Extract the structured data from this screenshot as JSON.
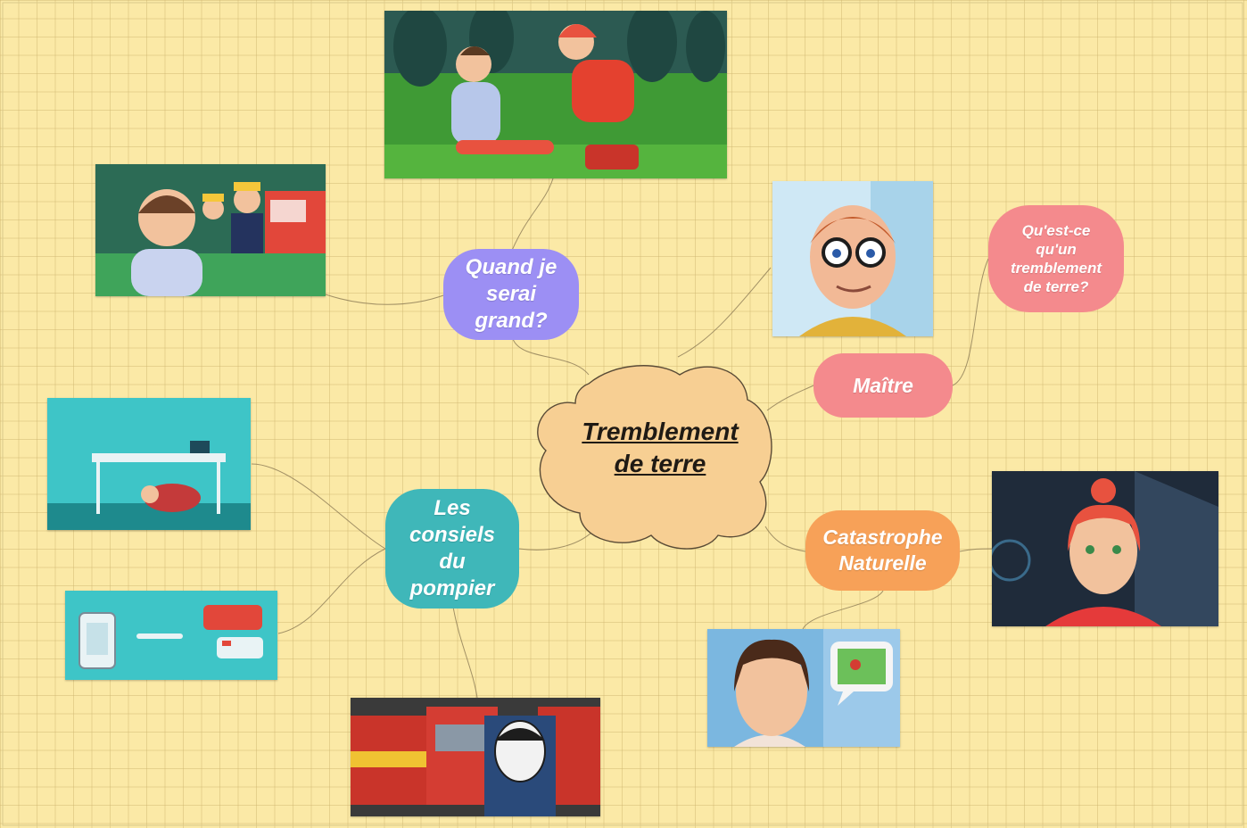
{
  "colors": {
    "background": "#fbe9a6",
    "central_cloud": "#f7cf93",
    "quand_node": "#9c8ff4",
    "consiels_node": "#3fb7b9",
    "maitre_node": "#f48a8d",
    "question_node": "#f48a8d",
    "catastrophe_node": "#f7a158"
  },
  "central": {
    "line1": "Tremblement",
    "line2": "de terre"
  },
  "nodes": {
    "quand": [
      "Quand je",
      "serai",
      "grand?"
    ],
    "consiels": [
      "Les",
      "consiels",
      "du",
      "pompier"
    ],
    "maitre": [
      "Maître"
    ],
    "question": [
      "Qu'est-ce",
      "qu'un",
      "tremblement",
      "de terre?"
    ],
    "catastrophe": [
      "Catastrophe",
      "Naturelle"
    ]
  },
  "images": [
    {
      "id": "first-aid-scene",
      "icon": "first-aid-illustration"
    },
    {
      "id": "boy-firefighters",
      "icon": "firefighters-illustration"
    },
    {
      "id": "teacher-glasses",
      "icon": "teacher-avatar-illustration"
    },
    {
      "id": "under-table",
      "icon": "hide-under-table-illustration"
    },
    {
      "id": "phone-firetruck",
      "icon": "emergency-call-illustration"
    },
    {
      "id": "firefighter-trucks",
      "icon": "fire-station-illustration"
    },
    {
      "id": "girl-bubble",
      "icon": "girl-speech-bubble-illustration"
    },
    {
      "id": "presenter",
      "icon": "news-presenter-illustration"
    }
  ]
}
